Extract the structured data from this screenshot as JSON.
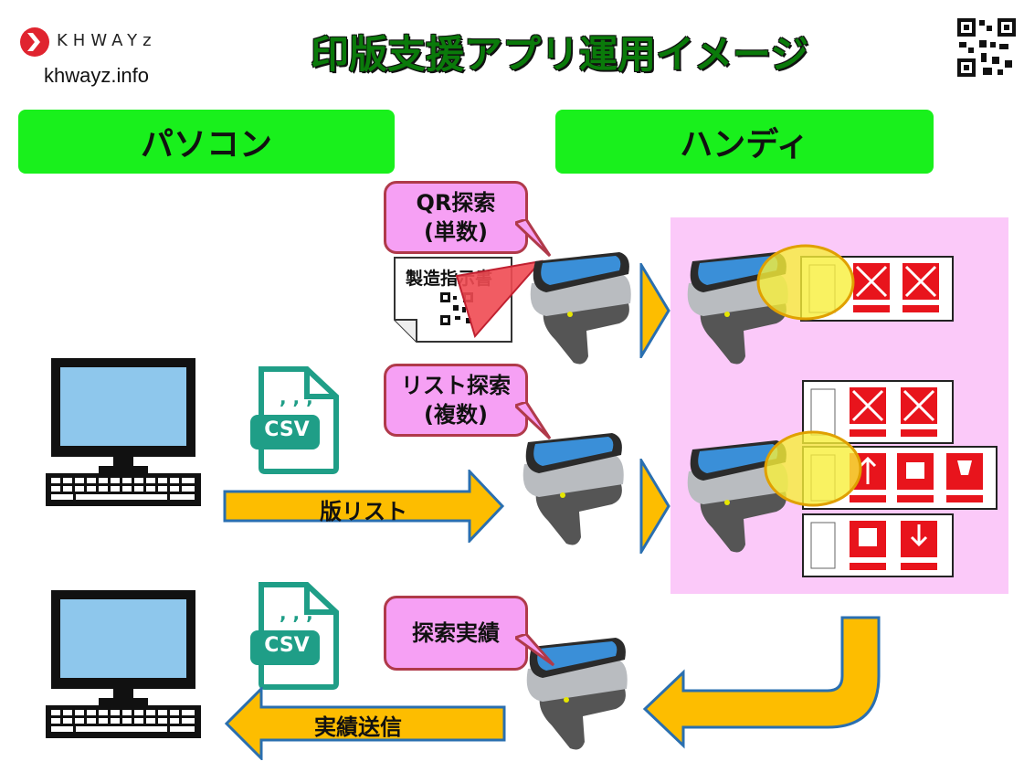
{
  "header": {
    "logo_wordmark": "KHWAYz",
    "site": "khwayz.info",
    "title": "印版支援アプリ運用イメージ"
  },
  "columns": {
    "left": "パソコン",
    "right": "ハンディ"
  },
  "callouts": {
    "qr_line1": "QR探索",
    "qr_line2": "(単数)",
    "list_line1": "リスト探索",
    "list_line2": "(複数)",
    "result": "探索実績"
  },
  "document": {
    "title": "製造指示書"
  },
  "files": {
    "csv1": "CSV",
    "csv2": "CSV"
  },
  "arrows": {
    "plate_list": "版リスト",
    "send_results": "実績送信"
  },
  "colors": {
    "header_green": "#19f01c",
    "title_green": "#0a7a0a",
    "callout_pink": "#f6a0f4",
    "panel_pink": "#fbc9f9",
    "arrow_yellow": "#fdbd00",
    "csv_teal": "#1f9e87"
  }
}
